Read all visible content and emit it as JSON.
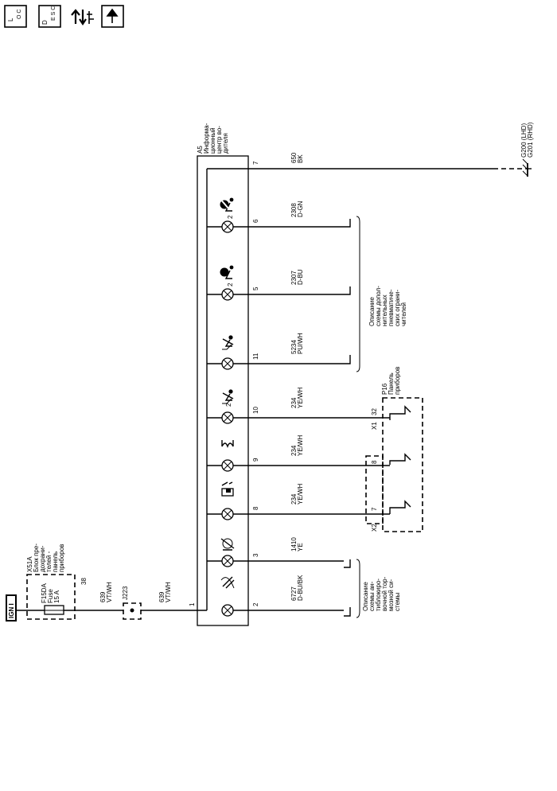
{
  "toolbar": {
    "loc_label": "L O C",
    "desc_label": "D E S C",
    "loc_l": "L",
    "loc_oc": "O C",
    "desc_d": "D",
    "desc_esc": "E S C"
  },
  "ign": "IGN I",
  "fuse_block": {
    "id": "X51A",
    "lines": [
      "Блок пре-",
      "дохрани-",
      "телей -",
      "панель",
      "приборов"
    ],
    "fuse_id": "F15DA",
    "fuse_word": "Fuse",
    "fuse_rating": "15 A",
    "pin": "38"
  },
  "connector_j223": "J223",
  "wire_feed_1": {
    "num": "639",
    "color": "VT/WH"
  },
  "wire_feed_2": {
    "num": "639",
    "color": "VT/WH"
  },
  "module": {
    "id": "A5",
    "lines": [
      "Информа-",
      "ционный",
      "центр во-",
      "дителя"
    ],
    "input_pin": "1"
  },
  "ground": {
    "lines": [
      "G200 (LHD)",
      "G201 (RHD)"
    ]
  },
  "circuits": [
    {
      "pin": "2",
      "num": "6727",
      "color": "D-BU/BK",
      "icon": "parking-brake-icon"
    },
    {
      "pin": "3",
      "num": "1410",
      "color": "YE",
      "icon": "brake-warning-icon"
    },
    {
      "pin": "8",
      "num": "234",
      "color": "YE/WH",
      "icon": "fuel-door-icon"
    },
    {
      "pin": "9",
      "num": "234",
      "color": "YE/WH",
      "icon": "glow-plug-icon"
    },
    {
      "pin": "10",
      "num": "234",
      "color": "YE/WH",
      "icon": "seatbelt-rear-icon"
    },
    {
      "pin": "11",
      "num": "5234",
      "color": "PU/WH",
      "icon": "seatbelt-icon"
    },
    {
      "pin": "5",
      "num": "2307",
      "color": "D-BU",
      "icon": "airbag-2-icon"
    },
    {
      "pin": "6",
      "num": "2308",
      "color": "D-GN",
      "icon": "airbag-off-2-icon"
    },
    {
      "pin": "7",
      "num": "650",
      "color": "BK",
      "icon": "ground-icon"
    }
  ],
  "icon_suffix_2": "2",
  "brake_ref": {
    "lines": [
      "Описание",
      "схемы ан-",
      "тиблокиро-",
      "вочной тор-",
      "мозной си-",
      "стемы"
    ]
  },
  "airbag_ref": {
    "lines": [
      "Описание",
      "схемы допол-",
      "нительных",
      "пневматиче-",
      "ских ограни-",
      "чителей"
    ]
  },
  "panel": {
    "id": "P16",
    "lines": [
      "Панель",
      "приборов"
    ],
    "x1": "X1",
    "x1_pin": "32",
    "x2": "X2",
    "x2_pin_a": "8",
    "x2_pin_b": "7"
  }
}
